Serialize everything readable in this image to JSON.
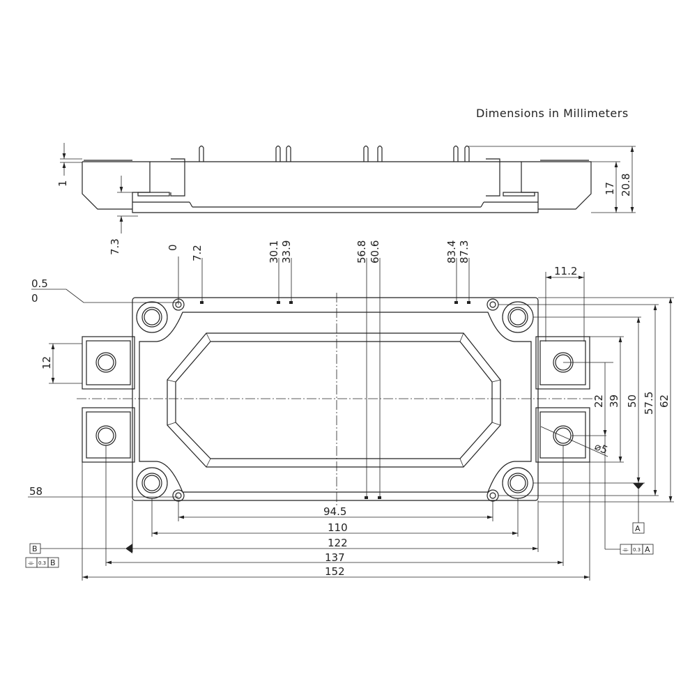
{
  "title": "Dimensions in Millimeters",
  "side_view": {
    "dims": [
      "1",
      "7.3",
      "17",
      "20.8"
    ]
  },
  "pin_positions": [
    "0",
    "7.2",
    "30.1",
    "33.9",
    "56.8",
    "60.6",
    "83.4",
    "87.3"
  ],
  "left_dims": {
    "offset_top": "0.5",
    "offset_zero": "0",
    "tab_height": "12",
    "tab_offset": "58"
  },
  "right_dims": {
    "tab_width": "11.2",
    "d22": "22",
    "d39": "39",
    "d50": "50",
    "d57": "57.5",
    "d62": "62",
    "hole_dia": "⌀5"
  },
  "bottom_dims": [
    "94.5",
    "110",
    "122",
    "137",
    "152"
  ],
  "datums": {
    "a": "A",
    "b": "B",
    "tol_value": "0.3",
    "tol_symbol": "⌯"
  }
}
